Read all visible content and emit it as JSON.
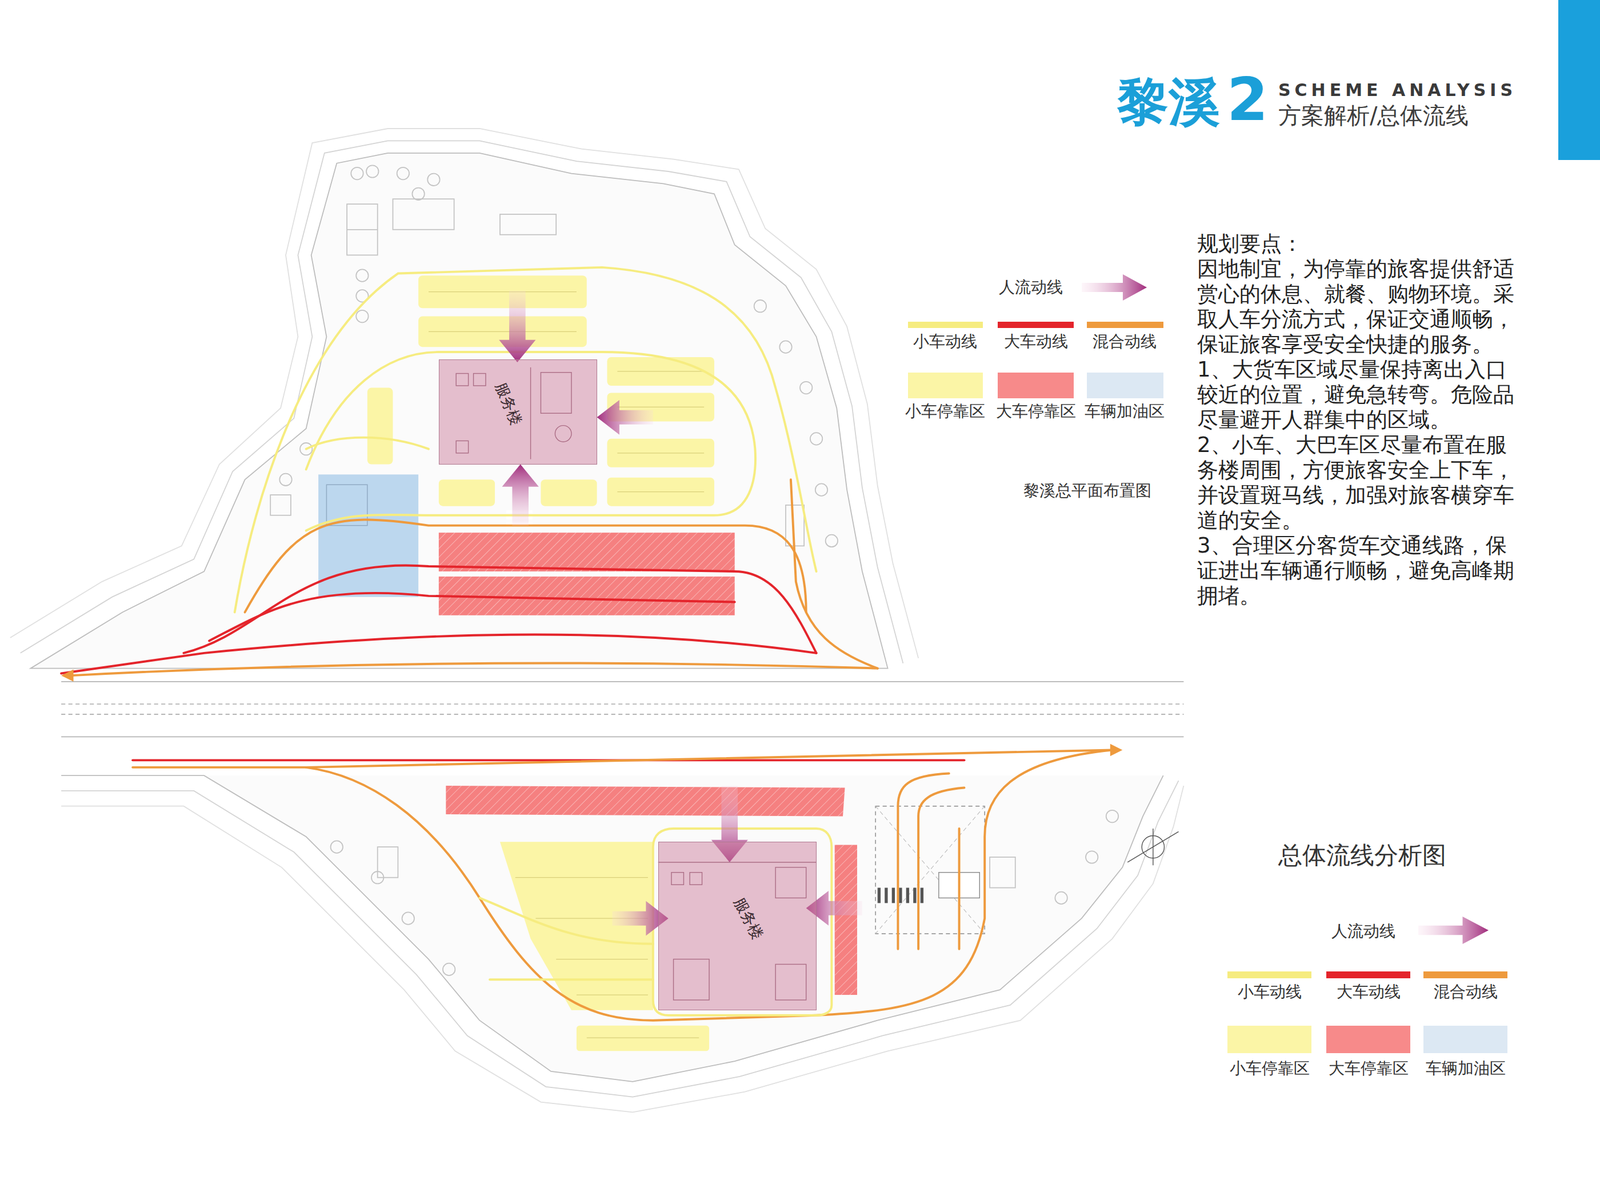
{
  "diagram": {
    "title": "方案解析/总体流线",
    "nodes": [
      {
        "text": [
          "服务楼"
        ]
      },
      {
        "text": [
          "服务楼"
        ]
      }
    ],
    "edges": [],
    "labels": [
      "黎溪",
      "2",
      "SCHEME ANALYSIS",
      "黎溪总平面布置图",
      "规划要点：",
      "因地制宜，为停靠的旅客提供舒适赏心的休息、就餐、购物环境。采取人车分流方式，保证交通顺畅，保证旅客享受安全快捷的服务。",
      "1、大货车区域尽量保持离出入口较近的位置，避免急转弯。危险品尽量避开人群集中的区域。",
      "2、小车、大巴车区尽量布置在服务楼周围，方便旅客安全上下车，并设置斑马线，加强对旅客横穿车道的安全。",
      "3、合理区分客货车交通线路，保证进出车辆通行顺畅，避免高峰期拥堵。",
      "总体流线分析图"
    ],
    "legend": [
      {
        "text": "人流动线"
      },
      {
        "text": "小车动线",
        "color": "#f6ec80"
      },
      {
        "text": "大车动线",
        "color": "#e4242b"
      },
      {
        "text": "混合动线",
        "color": "#ee9a3d"
      },
      {
        "text": "小车停靠区",
        "color": "#fbf5a6"
      },
      {
        "text": "大车停靠区",
        "color": "#f78a8a"
      },
      {
        "text": "车辆加油区",
        "color": "#dce8f3"
      },
      {
        "text": "人流动线"
      },
      {
        "text": "小车动线",
        "color": "#f6ec80"
      },
      {
        "text": "大车动线",
        "color": "#e4242b"
      },
      {
        "text": "混合动线",
        "color": "#ee9a3d"
      },
      {
        "text": "小车停靠区",
        "color": "#fbf5a6"
      },
      {
        "text": "大车停靠区",
        "color": "#f78a8a"
      },
      {
        "text": "车辆加油区",
        "color": "#dce8f3"
      }
    ]
  }
}
